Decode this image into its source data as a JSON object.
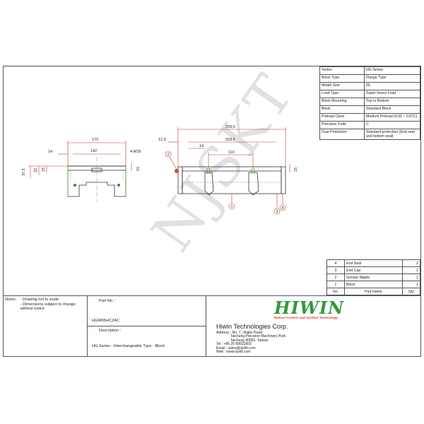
{
  "spec_table": [
    {
      "key": "Series",
      "value": "HG Series"
    },
    {
      "key": "Block Type",
      "value": "Flange Type"
    },
    {
      "key": "Model Size",
      "value": "65"
    },
    {
      "key": "Load Type",
      "value": "Super heavy Load"
    },
    {
      "key": "Block Mounting",
      "value": "Top or Bottom"
    },
    {
      "key": "Block",
      "value": "Standard Block"
    },
    {
      "key": "Preload Class",
      "value": "Medium Preload (0.05 ~ 0.07C)"
    },
    {
      "key": "Precision Code",
      "value": "C"
    },
    {
      "key": "Dust Protection",
      "value": "Standard protection (End seal and bottom seal)"
    }
  ],
  "parts_list": {
    "rows": [
      {
        "no": "4",
        "name": "End Seal",
        "qty": "2"
      },
      {
        "no": "3",
        "name": "End Cap",
        "qty": "2"
      },
      {
        "no": "2",
        "name": "Grease Nipple",
        "qty": "1"
      },
      {
        "no": "1",
        "name": "Block",
        "qty": "1"
      }
    ],
    "header": {
      "no": "No.",
      "name": "Part Name",
      "qty": "Qty"
    }
  },
  "front_view": {
    "dims": {
      "overall_width": "170",
      "inner_width": "142",
      "edge": "14",
      "thread": "4-M16",
      "height_a": "37.5",
      "height_b": "22",
      "height_c": "15",
      "height_d": "15"
    }
  },
  "side_view": {
    "dims": {
      "overall_length": "259.6",
      "body_length": "203.6",
      "nipple_offset": "12.9",
      "edge": "14",
      "hole_pitch": "110",
      "thread_depth": "15"
    },
    "balloons": [
      "1",
      "2",
      "3",
      "4"
    ]
  },
  "notes": {
    "label": "Notes :",
    "lines": [
      "- Drawing not to scale",
      "- Dimensions subject to change",
      "without notice"
    ]
  },
  "part_no": {
    "label": "Part No. :",
    "value": "HGW65HCZAC"
  },
  "description": {
    "label": "Description :",
    "value": "HG Series - Interchangeable Type - Block"
  },
  "company": {
    "logo_text": "HIWIN",
    "tagline": "Motion Control and System Technology",
    "name": "Hiwin Technologies Corp.",
    "address_label": "Address : No. 7, Jingke Road",
    "address_2": "Taichung Precision Machinery Park",
    "address_3": "Taichung 40852, Taiwan",
    "tel": "Tel : +86 20 68021803",
    "email": "Email : sales@njsklt.com",
    "web": "Web : www.njsklt.com"
  },
  "watermark": "NJSKT",
  "colors": {
    "logo_green": "#2e9a3c",
    "tagline_red": "#e03b2b",
    "dim_red": "#c0392b",
    "nipple_red": "#d9472b"
  }
}
